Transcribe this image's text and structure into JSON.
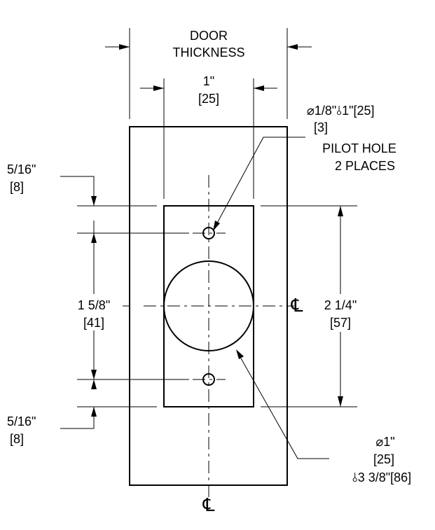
{
  "labels": {
    "door_thickness_line1": "DOOR",
    "door_thickness_line2": "THICKNESS",
    "face_width_in": "1\"",
    "face_width_mm": "[25]",
    "pilot_spec_line1": "⌀1/8\"⫰1\"[25]",
    "pilot_spec_line2": "[3]",
    "pilot_spec_line3": "PILOT HOLE",
    "pilot_spec_line4": "2 PLACES",
    "top_offset_in": "5/16\"",
    "top_offset_mm": "[8]",
    "hole_spacing_in": "1 5/8\"",
    "hole_spacing_mm": "[41]",
    "mortise_height_in": "2 1/4\"",
    "mortise_height_mm": "[57]",
    "bottom_offset_in": "5/16\"",
    "bottom_offset_mm": "[8]",
    "bore_spec_line1": "⌀1\"",
    "bore_spec_line2": "[25]",
    "bore_spec_line3": "⫰3 3/8\"[86]",
    "centerline_symbol_right": "℄",
    "centerline_symbol_bottom": "℄"
  }
}
